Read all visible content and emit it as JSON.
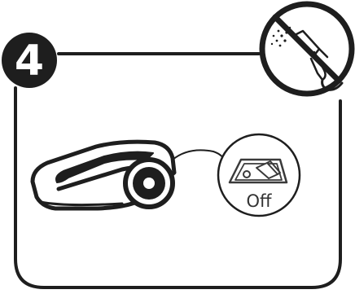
{
  "step": {
    "number": "4"
  },
  "switch": {
    "label": "Off",
    "state": "off"
  },
  "icons": {
    "step_badge": "step-number-badge",
    "mower": "robot-mower-icon",
    "power_switch": "power-switch-icon",
    "no_water": "no-water-hose-icon"
  },
  "colors": {
    "outline": "#1e1e1e",
    "background": "#ffffff",
    "switch_line": "#3a3a3a"
  }
}
